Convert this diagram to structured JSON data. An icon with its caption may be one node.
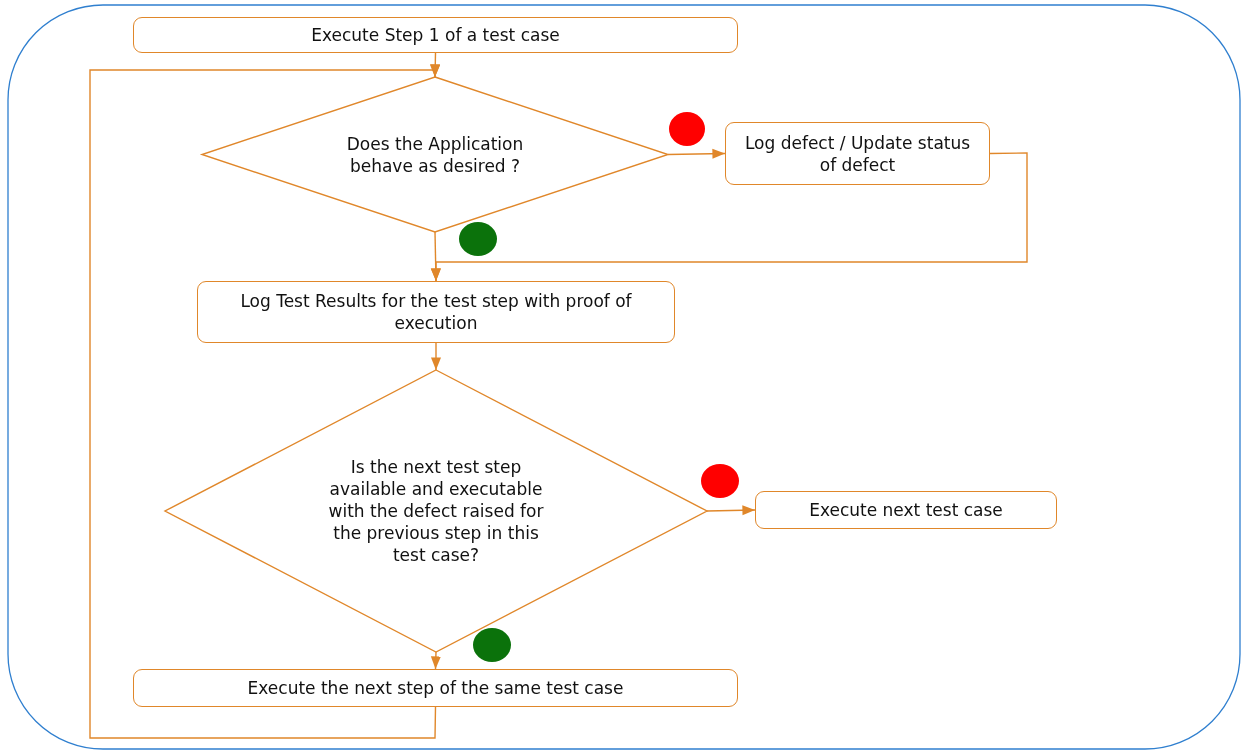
{
  "diagram": {
    "nodes": [
      {
        "text": [
          "Execute Step 1 of a test case"
        ]
      },
      {
        "text": [
          "Does the Application behave as desired ?"
        ]
      },
      {
        "text": [
          "Log defect / Update status of defect"
        ]
      },
      {
        "text": [
          "Log Test Results for the test step with proof of execution"
        ]
      },
      {
        "text": [
          "Is the next test step available and executable with the defect raised for the previous step in this test case?"
        ]
      },
      {
        "text": [
          "Execute next test case"
        ]
      },
      {
        "text": [
          "Execute the next step of the same test case"
        ]
      },
      {
        "text": [],
        "shape": "circle"
      },
      {
        "text": [],
        "shape": "circle"
      },
      {
        "text": [],
        "shape": "circle"
      },
      {
        "text": [],
        "shape": "circle"
      }
    ],
    "edges": [
      {
        "from": 0,
        "to": 1,
        "arrow": "to"
      },
      {
        "from": 1,
        "to": 2,
        "arrow": "to"
      },
      {
        "from": 1,
        "to": 3,
        "arrow": "to"
      },
      {
        "from": 2,
        "to": 3,
        "arrow": "to"
      },
      {
        "from": 3,
        "to": 4,
        "arrow": "to"
      },
      {
        "from": 4,
        "to": 5,
        "arrow": "to"
      },
      {
        "from": 4,
        "to": 6,
        "arrow": "to"
      },
      {
        "from": 6,
        "to": 1,
        "arrow": "to"
      }
    ]
  }
}
